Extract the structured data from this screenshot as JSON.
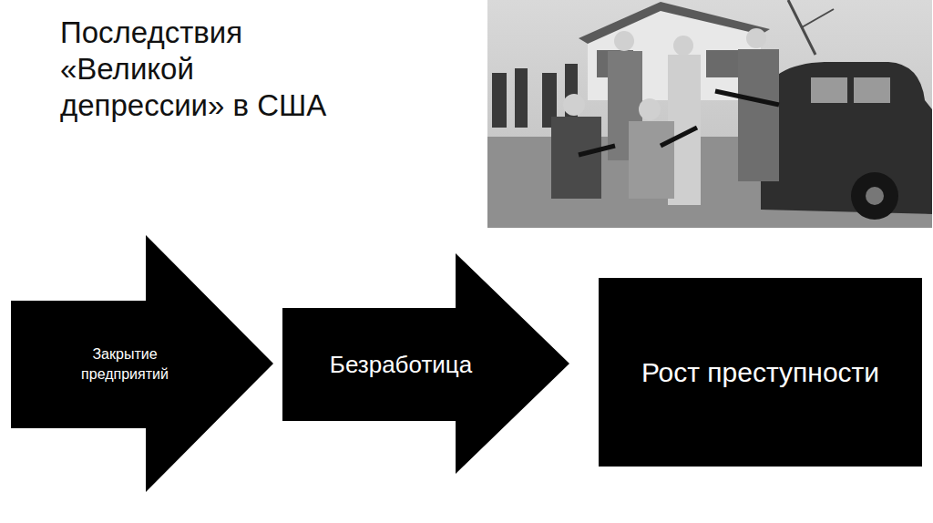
{
  "diagram": {
    "title": "Последствия «Великой депрессии» в США",
    "nodes": [
      {
        "text": [
          "Закрытие предприятий"
        ]
      },
      {
        "text": [
          "Безработица"
        ]
      },
      {
        "text": [
          "Рост преступности"
        ]
      }
    ]
  }
}
